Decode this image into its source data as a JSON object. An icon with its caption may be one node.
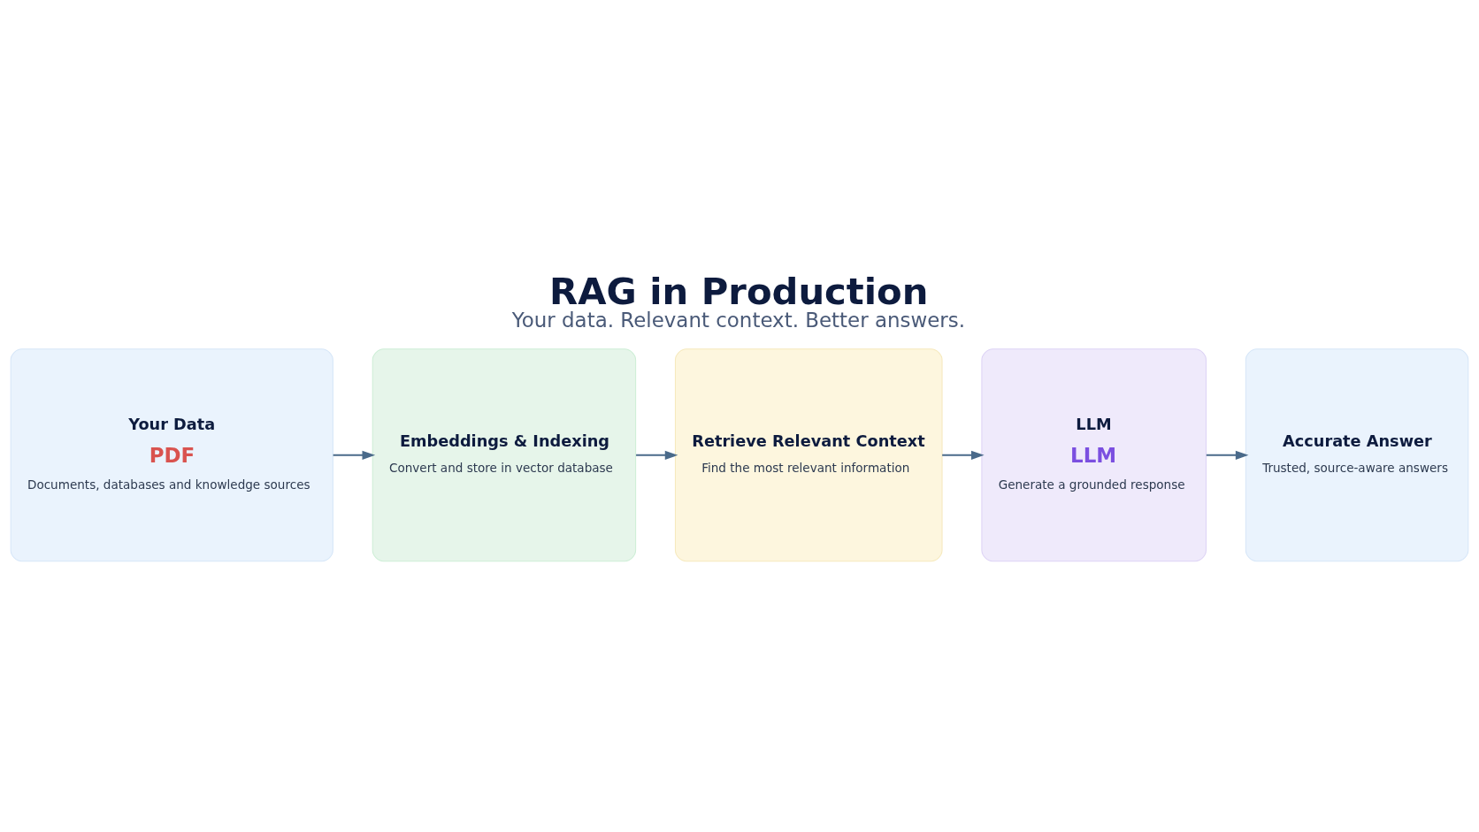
{
  "diagram": {
    "title": "RAG in Production",
    "caption": "Your data. Relevant context. Better answers.",
    "nodes": [
      {
        "text": [
          "Your Data",
          "PDF",
          "Documents, databases and knowledge sources"
        ]
      },
      {
        "text": [
          "Embeddings & Indexing",
          "Convert and store in vector database"
        ]
      },
      {
        "text": [
          "Retrieve Relevant Context",
          "Find the most relevant information"
        ]
      },
      {
        "text": [
          "LLM",
          "LLM",
          "Generate a grounded response"
        ]
      },
      {
        "text": [
          "Accurate Answer",
          "Trusted, source-aware answers"
        ]
      }
    ],
    "edges": [
      {
        "from": 0,
        "to": 1,
        "arrow": "to"
      },
      {
        "from": 1,
        "to": 2,
        "arrow": "to"
      },
      {
        "from": 2,
        "to": 3,
        "arrow": "to"
      },
      {
        "from": 3,
        "to": 4,
        "arrow": "to"
      }
    ]
  }
}
